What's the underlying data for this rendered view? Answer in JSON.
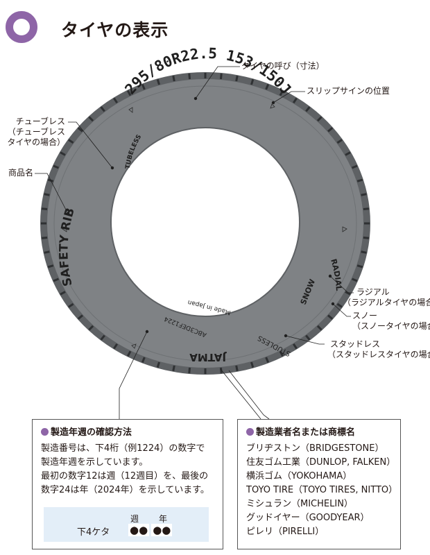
{
  "title": "タイヤの表示",
  "tire": {
    "size": "295/80R22.5 153/150J",
    "brand": "JATMA",
    "product": "SAFETY RIB",
    "tubeless": "TUBELESS",
    "radial": "RADIAL",
    "snow": "SNOW",
    "studless": "STUDLESS",
    "made_in": "Made in Japan",
    "serial": "ABC3DEF1224"
  },
  "labels": {
    "size": "タイヤの呼び（寸法）",
    "slip": "スリップサインの位置",
    "tubeless_1": "チューブレス",
    "tubeless_2": "（チューブレス",
    "tubeless_3": "タイヤの場合）",
    "product": "商品名",
    "radial_1": "ラジアル",
    "radial_2": "（ラジアルタイヤの場合）",
    "snow_1": "スノー",
    "snow_2": "（スノータイヤの場合）",
    "studless_1": "スタッドレス",
    "studless_2": "（スタッドレスタイヤの場合）"
  },
  "left_box": {
    "title": "製造年週の確認方法",
    "lines": [
      "製造番号は、下4桁（例1224）の数字で",
      "製造年週を示しています。",
      "最初の数字12は週（12週目）を、最後の",
      "数字24は年（2024年）を示しています。"
    ],
    "week": "週",
    "year": "年",
    "digits_label": "下4ケタ",
    "digits": [
      "●●",
      "●●"
    ]
  },
  "right_box": {
    "title": "製造業者名または商標名",
    "makers": [
      "ブリヂストン（BRIDGESTONE）",
      "住友ゴム工業（DUNLOP, FALKEN）",
      "横浜ゴム（YOKOHAMA）",
      "TOYO TIRE（TOYO TIRES, NITTO）",
      "ミシュラン（MICHELIN）",
      "グッドイヤー（GOODYEAR）",
      "ピレリ（PIRELLI）"
    ]
  },
  "colors": {
    "accent": "#8e65a7",
    "tire": "#7f8285",
    "tire_dark": "#5e6164",
    "panel": "#e3eef8"
  }
}
